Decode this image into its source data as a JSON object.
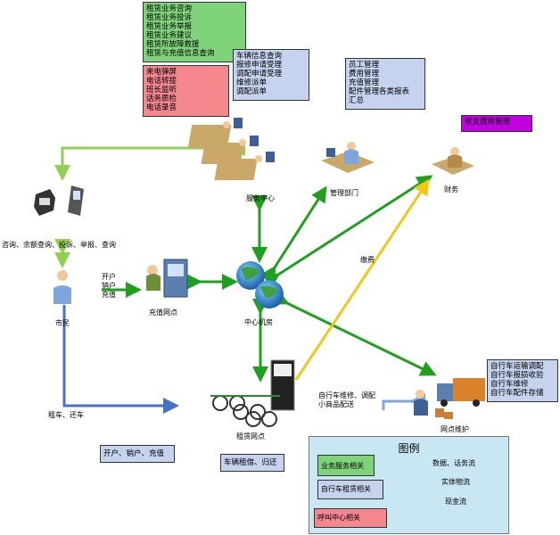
{
  "boxes": {
    "rental_business": [
      "租赁业务咨询",
      "租赁业务投诉",
      "租赁业务举报",
      "租赁业务建议",
      "租赁所故障救援",
      "租赁与充值信息查询"
    ],
    "callcenter_functions": [
      "来电弹屏",
      "电话转接",
      "班长监听",
      "话务质检",
      "电话录音"
    ],
    "service_functions": [
      "车辆信息查询",
      "报修申请受理",
      "调配申请受理",
      "维修派单",
      "调配派单"
    ],
    "management_functions": [
      "员工管理",
      "费用管理",
      "充值管理",
      "配件管理各类报表",
      "汇总"
    ],
    "finance_function": "收支费用管理",
    "network_maintenance": [
      "自行车运输调配",
      "自行车报损收验",
      "自行车维修",
      "自行车配件存储"
    ],
    "account_ops": "开户、销户、充值",
    "rental_return": "车辆租借、归还"
  },
  "labels": {
    "service_center": "服务中心",
    "management_dept": "管理部门",
    "finance": "财务",
    "phone_topics": "咨询、余额查询、投诉、举报、查询",
    "account_flow": [
      "开户",
      "销户",
      "充值"
    ],
    "citizen": "市民",
    "recharge_point": "充值网点",
    "central_room": "中心机房",
    "payment": "缴费",
    "rent_return_flow": "租车、还车",
    "rental_point": "租赁网点",
    "repair_flow": [
      "自行车维修、调配",
      "小商品配送"
    ],
    "network_maintenance_node": "网点维护"
  },
  "legend": {
    "title": "图例",
    "business": "业务服务相关",
    "rental": "自行车租赁相关",
    "callcenter": "呼叫中心相关",
    "data_flow": "数据、话务流",
    "physical_flow": "实体物流",
    "cash_flow": "现金流"
  },
  "colors": {
    "green_arrow": "#1fa11f",
    "light_green_arrow": "#92d050",
    "blue_arrow": "#4472c4",
    "light_blue_arrow": "#7fa6dc",
    "yellow_arrow": "#f2c71b"
  }
}
